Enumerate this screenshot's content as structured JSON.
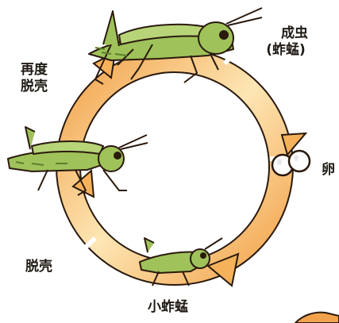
{
  "labels": {
    "adult": "成虫",
    "adult_sub": "(蚱蜢)",
    "egg": "卵",
    "nymph": "小蚱蜢",
    "molt": "脱壳",
    "molt_again_1": "再度",
    "molt_again_2": "脱壳"
  },
  "colors": {
    "ring_outer": "#f2a24a",
    "ring_inner": "#fde6b4",
    "outline": "#2a1a0e",
    "grasshopper_body": "#9fc25a",
    "grasshopper_dark": "#5e7f2c",
    "egg": "#ffffff"
  }
}
